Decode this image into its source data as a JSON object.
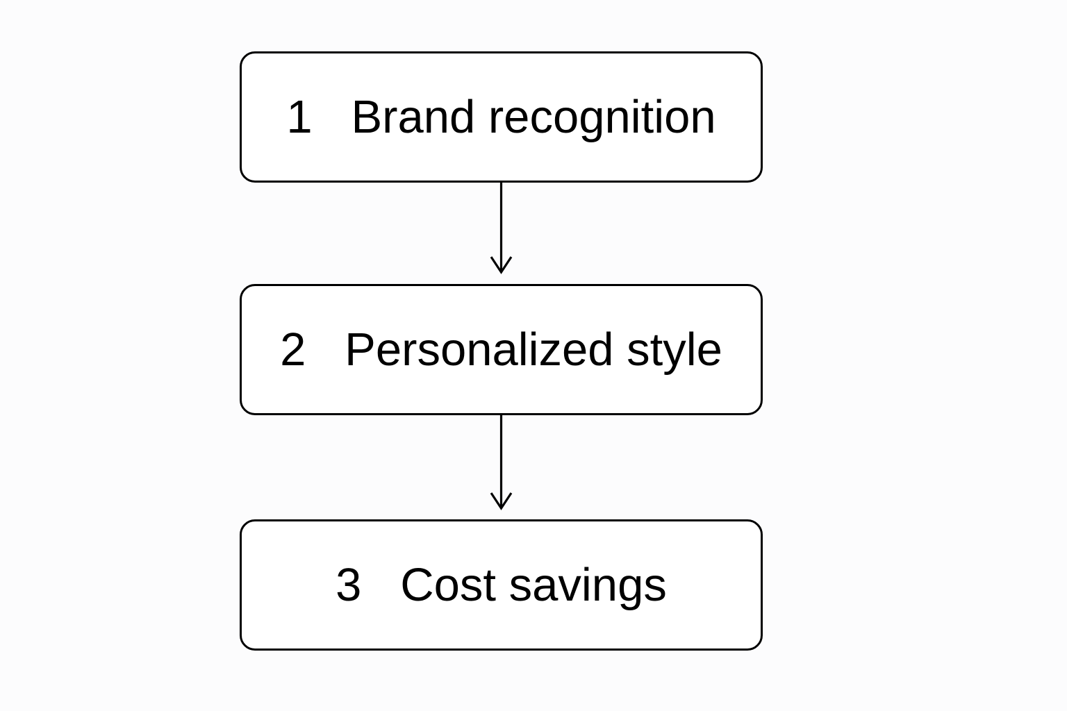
{
  "diagram": {
    "type": "vertical-flowchart",
    "background_color": "#fcfcfd",
    "node_fill_color": "#ffffff",
    "stroke_color": "#000000",
    "text_color": "#000000",
    "nodes": [
      {
        "index": "1",
        "number": "1",
        "text": "Brand recognition",
        "label": "1   Brand recognition"
      },
      {
        "index": "2",
        "number": "2",
        "text": "Personalized style",
        "label": "2   Personalized style"
      },
      {
        "index": "3",
        "number": "3",
        "text": "Cost savings",
        "label": "3   Cost savings"
      }
    ],
    "connectors": [
      {
        "from": "1",
        "to": "2",
        "style": "straight-down-arrow"
      },
      {
        "from": "2",
        "to": "3",
        "style": "straight-down-arrow"
      }
    ]
  }
}
